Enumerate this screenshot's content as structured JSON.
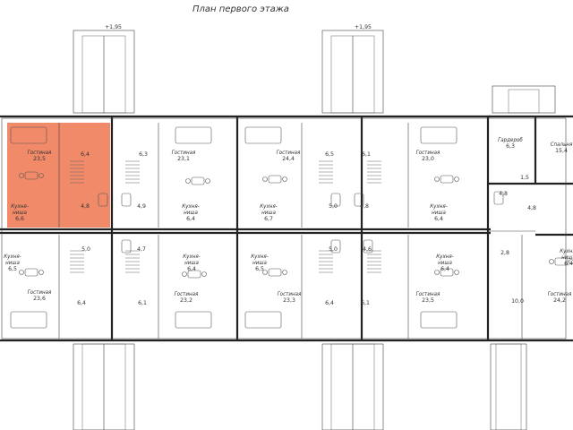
{
  "title": "План первого этажа",
  "colors": {
    "highlight": "#f08a68",
    "wall": "#222222",
    "line": "#555555"
  },
  "porch_marks": [
    "+1,95",
    "+1,95"
  ],
  "rooms": [
    {
      "id": "r1",
      "label": "Гостиная",
      "area": "23,5",
      "highlight": true
    },
    {
      "id": "r2",
      "label": "",
      "area": "6,4"
    },
    {
      "id": "r3",
      "label": "Кухня-ниша",
      "area": "6,6"
    },
    {
      "id": "r4",
      "label": "",
      "area": "4,8"
    },
    {
      "id": "r5",
      "label": "",
      "area": "6,3"
    },
    {
      "id": "r6",
      "label": "Гостиная",
      "area": "23,1"
    },
    {
      "id": "r7",
      "label": "",
      "area": "4,9"
    },
    {
      "id": "r8",
      "label": "Кухня-ниша",
      "area": "6,4"
    },
    {
      "id": "r9",
      "label": "Гостиная",
      "area": "24,4"
    },
    {
      "id": "r10",
      "label": "",
      "area": "6,5"
    },
    {
      "id": "r11",
      "label": "Кухня-ниша",
      "area": "6,7"
    },
    {
      "id": "r12",
      "label": "",
      "area": "5,0"
    },
    {
      "id": "r13",
      "label": "",
      "area": "6,1"
    },
    {
      "id": "r14",
      "label": "Гостиная",
      "area": "23,0"
    },
    {
      "id": "r15",
      "label": "",
      "area": "4,8"
    },
    {
      "id": "r16",
      "label": "Кухня-ниша",
      "area": "6,4"
    },
    {
      "id": "r17",
      "label": "Гардероб",
      "area": "6,3"
    },
    {
      "id": "r18",
      "label": "Спальня",
      "area": "15,4"
    },
    {
      "id": "r19",
      "label": "",
      "area": "1,5"
    },
    {
      "id": "r20",
      "label": "",
      "area": "4,8"
    },
    {
      "id": "r21",
      "label": "",
      "area": "4,8"
    },
    {
      "id": "r22",
      "label": "Кухня-ниша",
      "area": "6,5"
    },
    {
      "id": "r23",
      "label": "",
      "area": "5,0"
    },
    {
      "id": "r24",
      "label": "",
      "area": "4,7"
    },
    {
      "id": "r25",
      "label": "Кухня-ниша",
      "area": "6,4"
    },
    {
      "id": "r26",
      "label": "Кухня-ниша",
      "area": "6,5"
    },
    {
      "id": "r27",
      "label": "",
      "area": "5,0"
    },
    {
      "id": "r28",
      "label": "",
      "area": "4,6"
    },
    {
      "id": "r29",
      "label": "Кухня-ниша",
      "area": "6,4"
    },
    {
      "id": "r30",
      "label": "",
      "area": "2,8"
    },
    {
      "id": "r31",
      "label": "Кухня-ниша",
      "area": "6,4"
    },
    {
      "id": "r32",
      "label": "Гостиная",
      "area": "23,6"
    },
    {
      "id": "r33",
      "label": "",
      "area": "6,4"
    },
    {
      "id": "r34",
      "label": "",
      "area": "6,1"
    },
    {
      "id": "r35",
      "label": "Гостиная",
      "area": "23,2"
    },
    {
      "id": "r36",
      "label": "Гостиная",
      "area": "23,3"
    },
    {
      "id": "r37",
      "label": "",
      "area": "6,4"
    },
    {
      "id": "r38",
      "label": "",
      "area": "6,1"
    },
    {
      "id": "r39",
      "label": "Гостиная",
      "area": "23,5"
    },
    {
      "id": "r40",
      "label": "",
      "area": "10,0"
    },
    {
      "id": "r41",
      "label": "Гостиная",
      "area": "24,2"
    }
  ]
}
